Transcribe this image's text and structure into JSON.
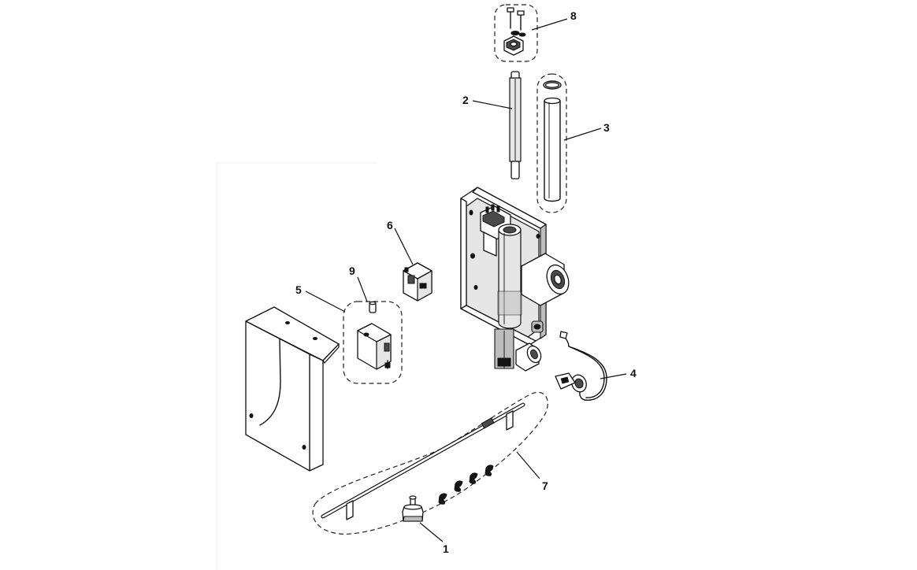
{
  "diagram": {
    "title": "",
    "callouts": [
      {
        "id": "c1",
        "label": "1"
      },
      {
        "id": "c2",
        "label": "2"
      },
      {
        "id": "c3",
        "label": "3"
      },
      {
        "id": "c4",
        "label": "4"
      },
      {
        "id": "c5",
        "label": "5"
      },
      {
        "id": "c6",
        "label": "6"
      },
      {
        "id": "c7",
        "label": "7"
      },
      {
        "id": "c8",
        "label": "8"
      },
      {
        "id": "c9",
        "label": "9"
      }
    ]
  }
}
